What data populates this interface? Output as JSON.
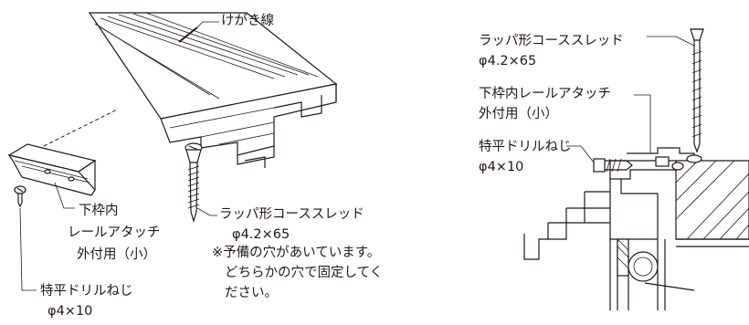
{
  "left_figure": {
    "marking_line": "けがき線",
    "screw_label": {
      "name": "ラッパ形コーススレッド",
      "size": "φ4.2×65"
    },
    "note": [
      "※予備の穴があいています。",
      "どちらかの穴で固定してく",
      "ださい。"
    ],
    "attachment_label": [
      "下枠内",
      "レールアタッチ",
      "外付用（小）"
    ],
    "drill_screw_label": {
      "name": "特平ドリルねじ",
      "size": "φ4×10"
    }
  },
  "right_figure": {
    "screw_label": {
      "name": "ラッパ形コーススレッド",
      "size": "φ4.2×65"
    },
    "attachment_label": [
      "下枠内レールアタッチ",
      "外付用（小）"
    ],
    "drill_screw_label": {
      "name": "特平ドリルねじ",
      "size": "φ4×10"
    }
  }
}
